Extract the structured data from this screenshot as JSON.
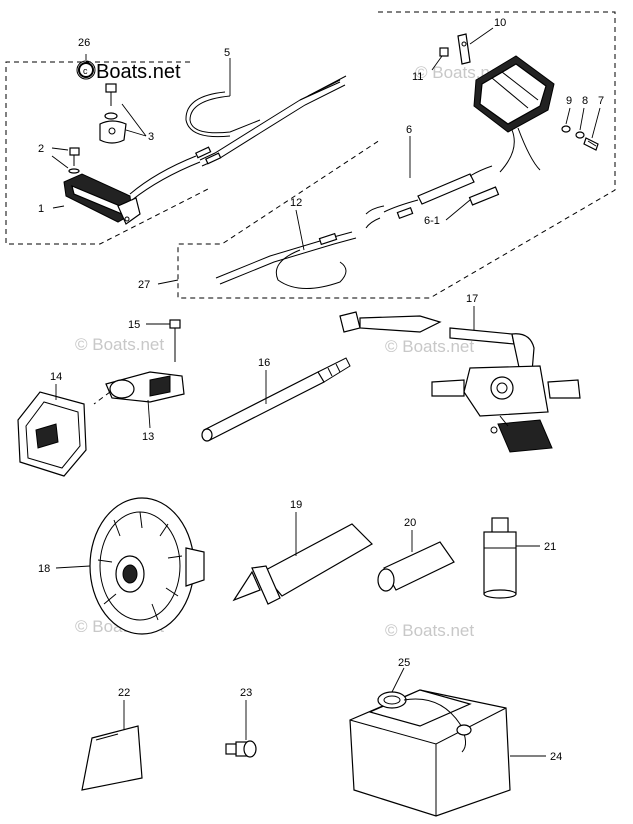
{
  "watermark": {
    "main": "Boats.net",
    "faint": "© Boats.net"
  },
  "callouts": {
    "c1": "1",
    "c2": "2",
    "c3": "3",
    "c5": "5",
    "c6": "6",
    "c6_1": "6-1",
    "c7": "7",
    "c8": "8",
    "c9": "9",
    "c10": "10",
    "c11": "11",
    "c12": "12",
    "c13": "13",
    "c14": "14",
    "c15": "15",
    "c16": "16",
    "c17": "17",
    "c18": "18",
    "c19": "19",
    "c20": "20",
    "c21": "21",
    "c22": "22",
    "c23": "23",
    "c24": "24",
    "c25": "25",
    "c26": "26",
    "c27": "27"
  }
}
